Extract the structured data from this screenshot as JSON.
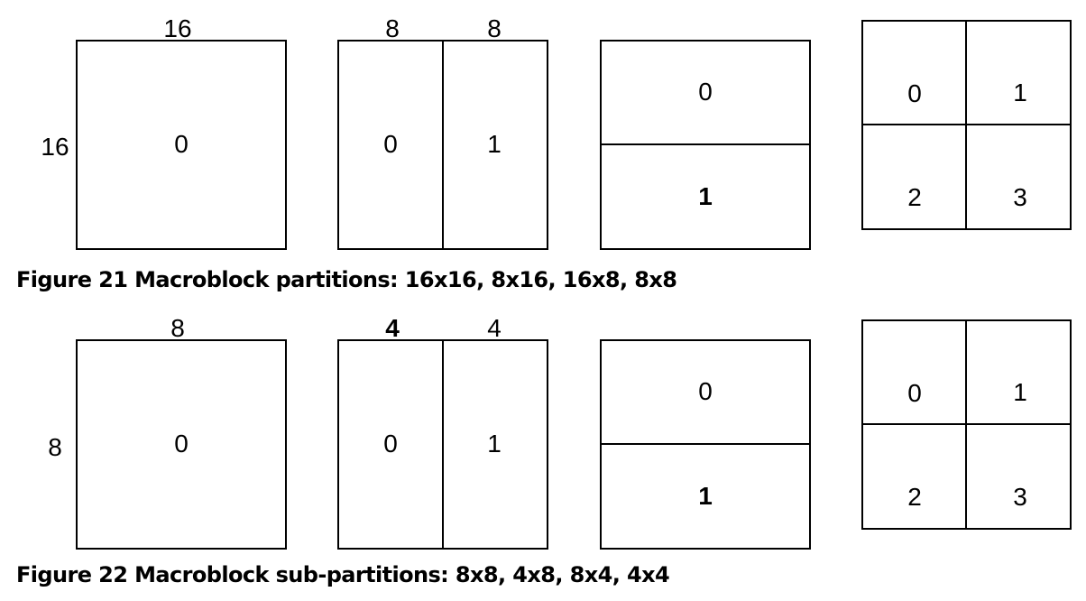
{
  "figure21": {
    "caption": "Figure 21 Macroblock partitions: 16x16, 8x16, 16x8, 8x8",
    "whole": {
      "width_label": "16",
      "height_label": "16",
      "cell": "0"
    },
    "vertical_split": {
      "left_width_label": "8",
      "right_width_label": "8",
      "left_cell": "0",
      "right_cell": "1"
    },
    "horizontal_split": {
      "top_cell": "0",
      "bottom_cell": "1"
    },
    "quad": {
      "cells": [
        "0",
        "1",
        "2",
        "3"
      ]
    }
  },
  "figure22": {
    "caption": "Figure 22 Macroblock sub-partitions: 8x8, 4x8, 8x4, 4x4",
    "whole": {
      "width_label": "8",
      "height_label": "8",
      "cell": "0"
    },
    "vertical_split": {
      "left_width_label": "4",
      "right_width_label": "4",
      "left_cell": "0",
      "right_cell": "1"
    },
    "horizontal_split": {
      "top_cell": "0",
      "bottom_cell": "1"
    },
    "quad": {
      "cells": [
        "0",
        "1",
        "2",
        "3"
      ]
    }
  }
}
